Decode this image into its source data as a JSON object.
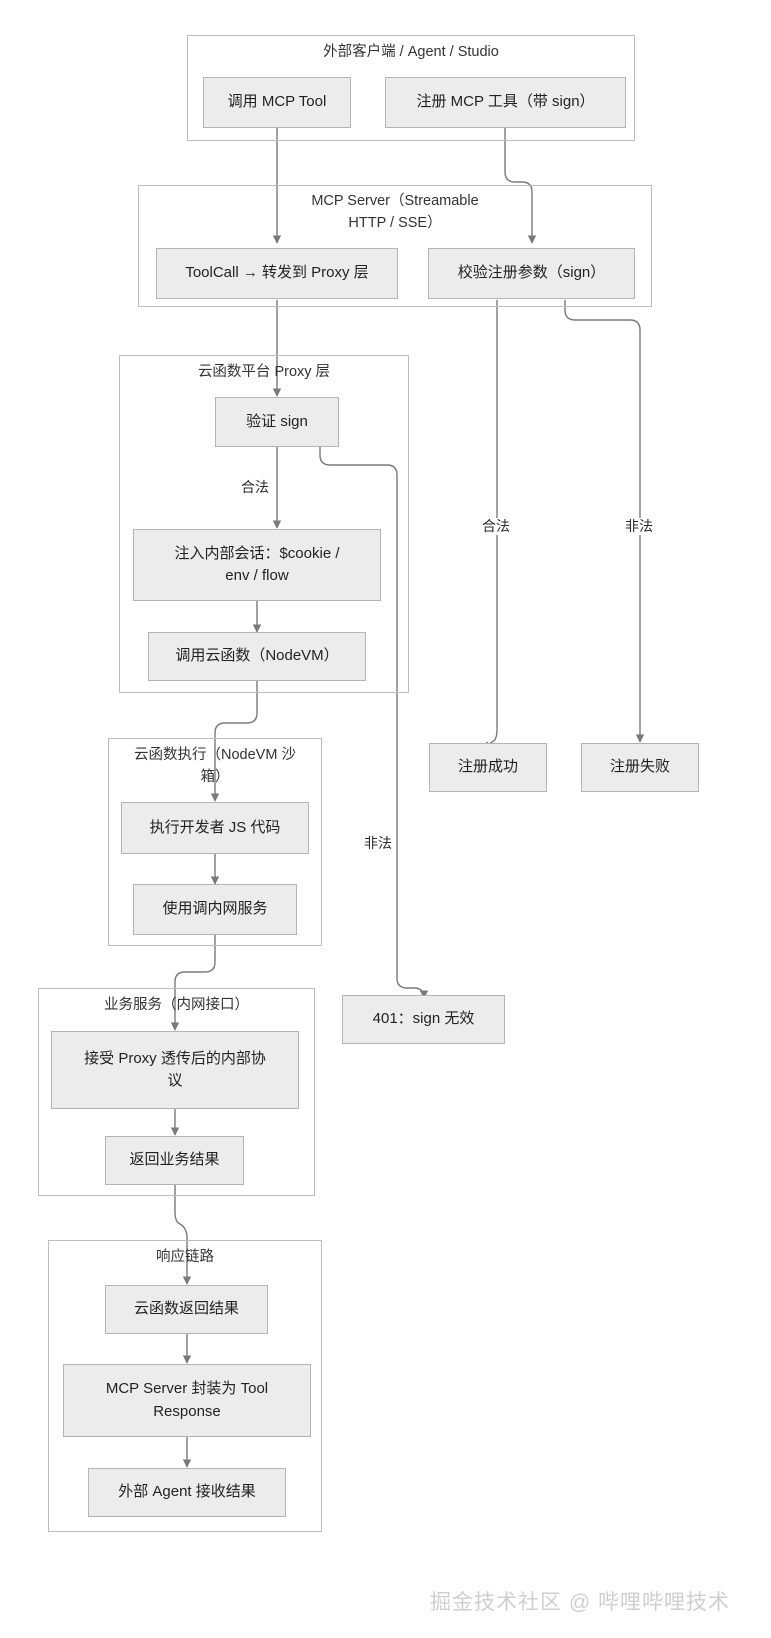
{
  "diagram": {
    "title": "MCP Server / 云函数 Proxy 调用与注册流程图",
    "type": "flowchart",
    "direction": "top-down",
    "colors": {
      "node_fill": "#ececec",
      "node_border": "#b4b4b4",
      "group_border": "#bdbdbd",
      "edge": "#7a7a7a",
      "text": "#222222",
      "watermark": "#cfcfcf",
      "background": "#ffffff"
    }
  },
  "groups": [
    {
      "id": "g_client",
      "label": "外部客户端 / Agent / Studio"
    },
    {
      "id": "g_mcp",
      "label": "MCP Server（Streamable\nHTTP / SSE）"
    },
    {
      "id": "g_proxy",
      "label": "云函数平台 Proxy 层"
    },
    {
      "id": "g_nodevm",
      "label": "云函数执行（NodeVM 沙\n箱）"
    },
    {
      "id": "g_business",
      "label": "业务服务（内网接口）"
    },
    {
      "id": "g_response",
      "label": "响应链路"
    }
  ],
  "nodes": [
    {
      "id": "n_call_tool",
      "label": "调用 MCP Tool",
      "group": "g_client"
    },
    {
      "id": "n_register_tool",
      "label": "注册 MCP 工具（带 sign）",
      "group": "g_client"
    },
    {
      "id": "n_toolcall",
      "label": "ToolCall → 转发到 Proxy 层",
      "group": "g_mcp"
    },
    {
      "id": "n_verify_params",
      "label": "校验注册参数（sign）",
      "group": "g_mcp"
    },
    {
      "id": "n_verify_sign",
      "label": "验证 sign",
      "group": "g_proxy"
    },
    {
      "id": "n_inject",
      "label": "注入内部会话：$cookie /\nenv / flow",
      "group": "g_proxy"
    },
    {
      "id": "n_invoke_fn",
      "label": "调用云函数（NodeVM）",
      "group": "g_proxy"
    },
    {
      "id": "n_exec_js",
      "label": "执行开发者 JS 代码",
      "group": "g_nodevm"
    },
    {
      "id": "n_use_intranet",
      "label": "使用调内网服务",
      "group": "g_nodevm"
    },
    {
      "id": "n_accept_proto",
      "label": "接受 Proxy 透传后的内部协\n议",
      "group": "g_business"
    },
    {
      "id": "n_return_biz",
      "label": "返回业务结果",
      "group": "g_business"
    },
    {
      "id": "n_fn_result",
      "label": "云函数返回结果",
      "group": "g_response"
    },
    {
      "id": "n_wrap_tool",
      "label": "MCP Server 封装为 Tool\nResponse",
      "group": "g_response"
    },
    {
      "id": "n_agent_recv",
      "label": "外部 Agent 接收结果",
      "group": "g_response"
    },
    {
      "id": "n_reg_success",
      "label": "注册成功",
      "group": null
    },
    {
      "id": "n_reg_fail",
      "label": "注册失败",
      "group": null
    },
    {
      "id": "n_401",
      "label": "401：sign 无效",
      "group": null
    }
  ],
  "edges": [
    {
      "from": "n_call_tool",
      "to": "n_toolcall",
      "label": ""
    },
    {
      "from": "n_register_tool",
      "to": "n_verify_params",
      "label": ""
    },
    {
      "from": "n_toolcall",
      "to": "n_verify_sign",
      "label": ""
    },
    {
      "from": "n_verify_params",
      "to": "n_reg_success",
      "label": "合法"
    },
    {
      "from": "n_verify_params",
      "to": "n_reg_fail",
      "label": "非法"
    },
    {
      "from": "n_verify_sign",
      "to": "n_inject",
      "label": "合法"
    },
    {
      "from": "n_verify_sign",
      "to": "n_401",
      "label": "非法"
    },
    {
      "from": "n_inject",
      "to": "n_invoke_fn",
      "label": ""
    },
    {
      "from": "n_invoke_fn",
      "to": "n_exec_js",
      "label": ""
    },
    {
      "from": "n_exec_js",
      "to": "n_use_intranet",
      "label": ""
    },
    {
      "from": "n_use_intranet",
      "to": "n_accept_proto",
      "label": ""
    },
    {
      "from": "n_accept_proto",
      "to": "n_return_biz",
      "label": ""
    },
    {
      "from": "n_return_biz",
      "to": "n_fn_result",
      "label": ""
    },
    {
      "from": "n_fn_result",
      "to": "n_wrap_tool",
      "label": ""
    },
    {
      "from": "n_wrap_tool",
      "to": "n_agent_recv",
      "label": ""
    }
  ],
  "edge_labels": {
    "proxy_legal": "合法",
    "proxy_illegal": "非法",
    "register_legal": "合法",
    "register_illegal": "非法"
  },
  "watermark": {
    "text": "掘金技术社区 @ 哔哩哔哩技术"
  }
}
